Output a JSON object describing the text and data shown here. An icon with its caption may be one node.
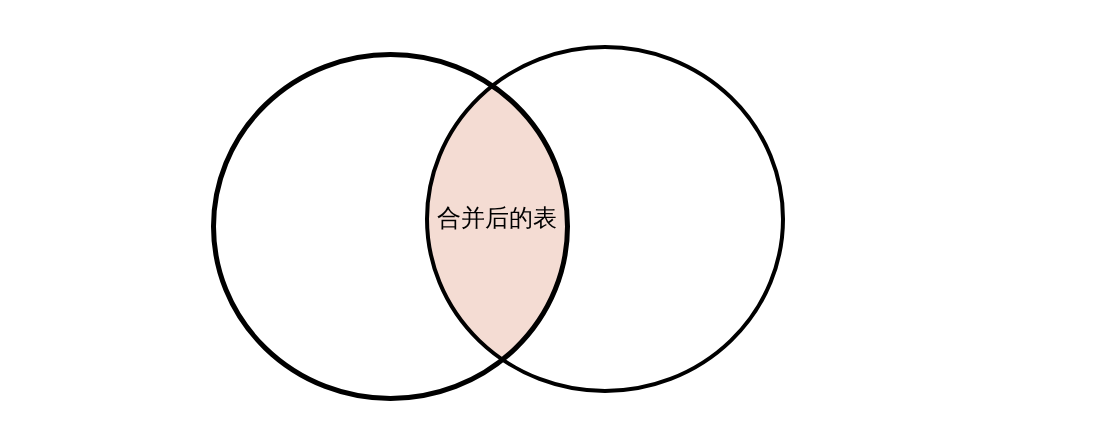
{
  "diagram": {
    "nodes": [
      {
        "text": [],
        "shape": "circle"
      },
      {
        "text": [],
        "shape": "circle"
      },
      {
        "text": [
          "合并后的表"
        ]
      }
    ]
  }
}
